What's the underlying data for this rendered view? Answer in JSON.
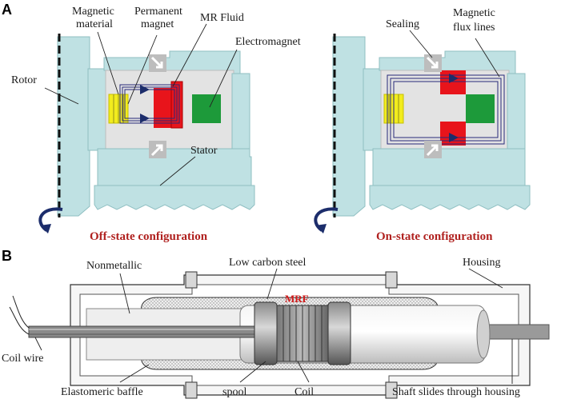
{
  "panel_a": {
    "letter": "A",
    "off_state": {
      "labels": {
        "magnetic_material": [
          "Magnetic",
          "material"
        ],
        "permanent_magnet": [
          "Permanent",
          "magnet"
        ],
        "mr_fluid": "MR Fluid",
        "electromagnet": "Electromagnet",
        "rotor": "Rotor",
        "stator": "Stator"
      },
      "caption": "Off-state configuration"
    },
    "on_state": {
      "labels": {
        "sealing": "Sealing",
        "magnetic_flux_lines": [
          "Magnetic",
          "flux lines"
        ]
      },
      "caption": "On-state configuration"
    }
  },
  "panel_b": {
    "letter": "B",
    "labels": {
      "nonmetallic": "Nonmetallic",
      "low_carbon_steel": "Low carbon steel",
      "housing": "Housing",
      "mrf": "MRF",
      "coil_wire": "Coil wire",
      "elastomeric_baffle": "Elastomeric baffle",
      "spool": "spool",
      "coil": "Coil",
      "shaft_slides": "Shaft slides through housing"
    }
  },
  "colors": {
    "stator_fill": "#bfe1e3",
    "stator_stroke": "#8fbfc2",
    "inner_gray": "#e3e3e3",
    "mr_fluid": "#e8141b",
    "electromagnet": "#1d9a3a",
    "permanent_magnet": "#f2ec1d",
    "flux": "#27297a",
    "caption": "#b0211f"
  }
}
